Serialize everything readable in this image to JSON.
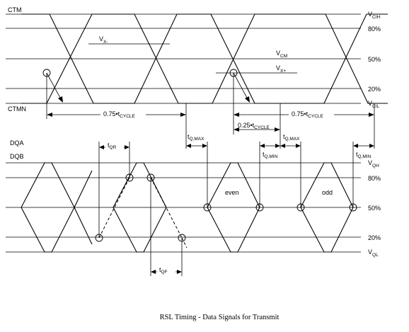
{
  "signals": {
    "ctm": "CTM",
    "ctmn": "CTMN",
    "dqa": "DQA",
    "dqb": "DQB"
  },
  "levels_right": {
    "vcih": {
      "main": "V",
      "sub": "CIH"
    },
    "pct80_top": "80%",
    "pct50_top": "50%",
    "pct20_top": "20%",
    "vcil": {
      "main": "V",
      "sub": "CIL"
    },
    "vqh": {
      "main": "V",
      "sub": "QH"
    },
    "pct80_bot": "80%",
    "pct50_bot": "50%",
    "pct20_bot": "20%",
    "vql": {
      "main": "V",
      "sub": "QL"
    }
  },
  "clock_labels": {
    "vx_minus": {
      "main": "V",
      "sub": "X-"
    },
    "vcm": {
      "main": "V",
      "sub": "CM"
    },
    "vx_plus": {
      "main": "V",
      "sub": "X+"
    }
  },
  "timing": {
    "cycle1": {
      "main": "0.75•t",
      "sub": "CYCLE"
    },
    "cycle2": {
      "main": "0.75•t",
      "sub": "CYCLE"
    },
    "quarter": {
      "main": "0.25•t",
      "sub": "CYCLE"
    },
    "tq_max_1": {
      "main": "t",
      "sub": "Q,MAX"
    },
    "tq_max_2": {
      "main": "t",
      "sub": "Q,MAX"
    },
    "tq_min_1": {
      "main": "t",
      "sub": "Q,MIN"
    },
    "tq_min_2": {
      "main": "t",
      "sub": "Q,MIN"
    },
    "tqr": {
      "main": "t",
      "sub": "QR"
    },
    "tqf": {
      "main": "t",
      "sub": "QF"
    }
  },
  "data_words": {
    "even": "even",
    "odd": "odd"
  },
  "caption": "RSL Timing - Data Signals for Transmit"
}
